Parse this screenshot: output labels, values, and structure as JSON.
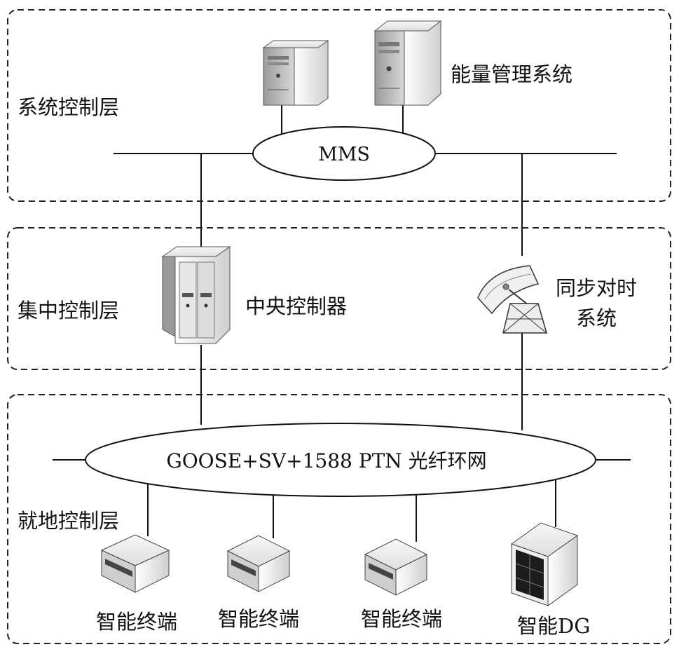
{
  "layers": {
    "system": "系统控制层",
    "central": "集中控制层",
    "local": "就地控制层"
  },
  "networks": {
    "mms": "MMS",
    "ring": "GOOSE+SV+1588 PTN 光纤环网"
  },
  "devices": {
    "energy_management": "能量管理系统",
    "central_controller": "中央控制器",
    "sync_line1": "同步对时",
    "sync_line2": "系统",
    "terminal1": "智能终端",
    "terminal2": "智能终端",
    "terminal3": "智能终端",
    "dg": "智能DG"
  },
  "icons": [
    "server-tower-icon",
    "server-tower-icon",
    "rack-server-icon",
    "satellite-dish-icon",
    "terminal-box-icon",
    "terminal-box-icon",
    "terminal-box-icon",
    "dg-cabinet-icon"
  ],
  "colors": {
    "line": "#111111",
    "device_light": "#f2f2f2",
    "device_mid": "#c8c8c8",
    "device_dark": "#8a8a8a"
  }
}
